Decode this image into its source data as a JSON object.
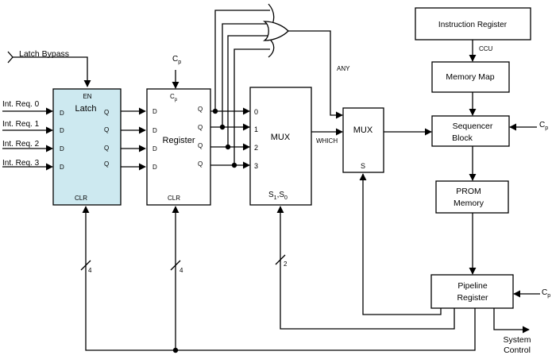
{
  "labels": {
    "latch_bypass": "Latch Bypass",
    "req0": "Int. Req. 0",
    "req1": "Int. Req. 1",
    "req2": "Int. Req. 2",
    "req3": "Int. Req. 3",
    "en": "EN",
    "latch": "Latch",
    "d": "D",
    "q": "Q",
    "clr": "CLR",
    "cp": "C",
    "cp_sub": "p",
    "register": "Register",
    "mux": "MUX",
    "in0": "0",
    "in1": "1",
    "in2": "2",
    "in3": "3",
    "sel_s1": "S",
    "sel_s1_sub": "1",
    "sel_sep": ",S",
    "sel_s0_sub": "0",
    "which": "WHICH",
    "any": "ANY",
    "s": "S",
    "instruction_register": "Instruction Register",
    "ccu": "CCU",
    "memory_map": "Memory Map",
    "sequencer_1": "Sequencer",
    "sequencer_2": "Block",
    "prom_1": "PROM",
    "prom_2": "Memory",
    "pipeline_1": "Pipeline",
    "pipeline_2": "Register",
    "bus4a": "4",
    "bus4b": "4",
    "bus2": "2",
    "system_1": "System",
    "system_2": "Control"
  },
  "colors": {
    "latch_fill": "#cde9f0",
    "line": "#000000"
  }
}
